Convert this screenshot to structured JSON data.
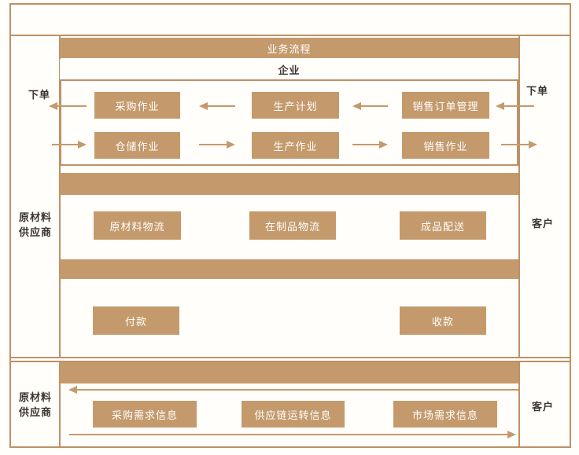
{
  "colors": {
    "tan": "#C49A6C",
    "line": "#BD9166",
    "dark_text": "#3B3430",
    "light_text": "#FFFFFF"
  },
  "header": {
    "title": "业务流程",
    "enterprise": "企业"
  },
  "labels": {
    "left_order": "下单",
    "right_order": "下单",
    "mid_supplier_line1": "原材料",
    "mid_supplier_line2": "供应商",
    "mid_customer": "客户",
    "bottom_supplier_line1": "原材料",
    "bottom_supplier_line2": "供应商",
    "bottom_customer": "客户"
  },
  "plan_row": [
    "采购作业",
    "生产计划",
    "销售订单管理"
  ],
  "exec_row": [
    "仓储作业",
    "生产作业",
    "销售作业"
  ],
  "logistics_row": [
    "原材料物流",
    "在制品物流",
    "成品配送"
  ],
  "payment_row": [
    "付款",
    "收款"
  ],
  "info_row": [
    "采购需求信息",
    "供应链运转信息",
    "市场需求信息"
  ]
}
